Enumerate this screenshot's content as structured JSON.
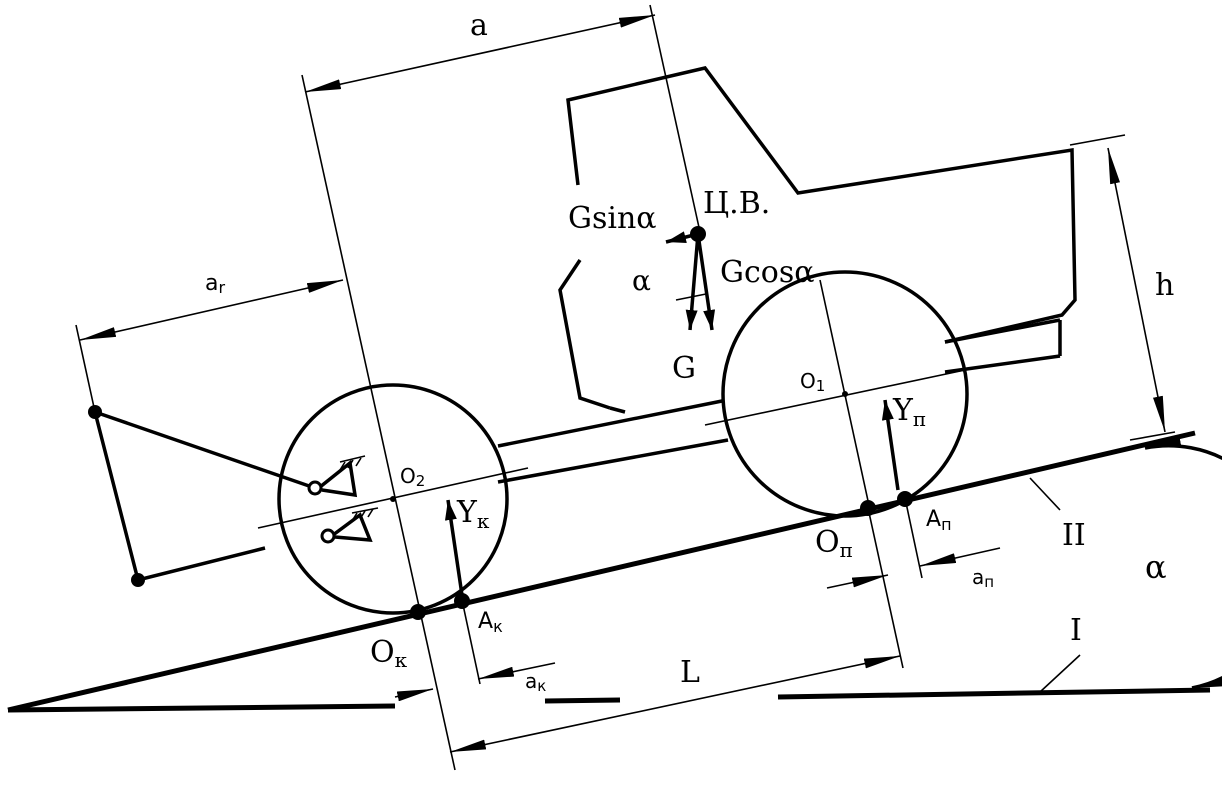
{
  "labels": {
    "a": "a",
    "a_r": "a",
    "a_r_sub": "r",
    "cv": "Ц.В.",
    "g_sin": "Gsinα",
    "g_cos": "Gcosα",
    "alpha_small": "α",
    "g": "G",
    "h": "h",
    "o1": "O",
    "o1_sub": "1",
    "o2": "O",
    "o2_sub": "2",
    "y_k": "Y",
    "y_k_sub": "к",
    "y_p": "Y",
    "y_p_sub": "п",
    "o_k": "O",
    "o_k_sub": "к",
    "a_k_point": "A",
    "a_k_point_sub": "к",
    "o_p": "O",
    "o_p_sub": "п",
    "a_p_point": "A",
    "a_p_point_sub": "п",
    "a_p_dim": "a",
    "a_p_dim_sub": "п",
    "a_k_dim": "a",
    "a_k_dim_sub": "к",
    "L": "L",
    "II": "II",
    "I": "I",
    "alpha": "α"
  }
}
